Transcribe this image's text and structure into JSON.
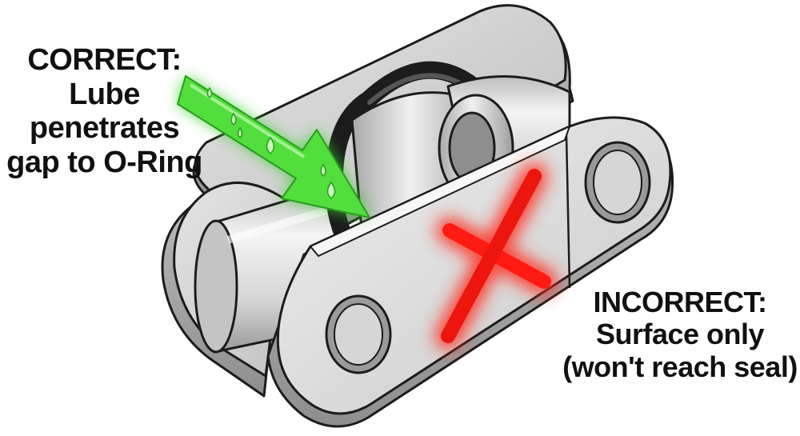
{
  "labels": {
    "correct": {
      "heading": "CORRECT:",
      "line1": "Lube",
      "line2": "penetrates",
      "line3": "gap to O-Ring"
    },
    "incorrect": {
      "heading": "INCORRECT:",
      "line1": "Surface only",
      "line2": "(won't reach seal)"
    }
  },
  "colors": {
    "correct_arrow": "#37d12a",
    "incorrect_mark": "#ff1a12",
    "metal": "#d6d6d6",
    "outline": "#1c1c1c",
    "o_ring": "#2a2a2a"
  },
  "icons": {
    "correct_indicator": "arrow-icon",
    "incorrect_indicator": "x-mark-icon",
    "lube_drops": "droplet-icon"
  }
}
